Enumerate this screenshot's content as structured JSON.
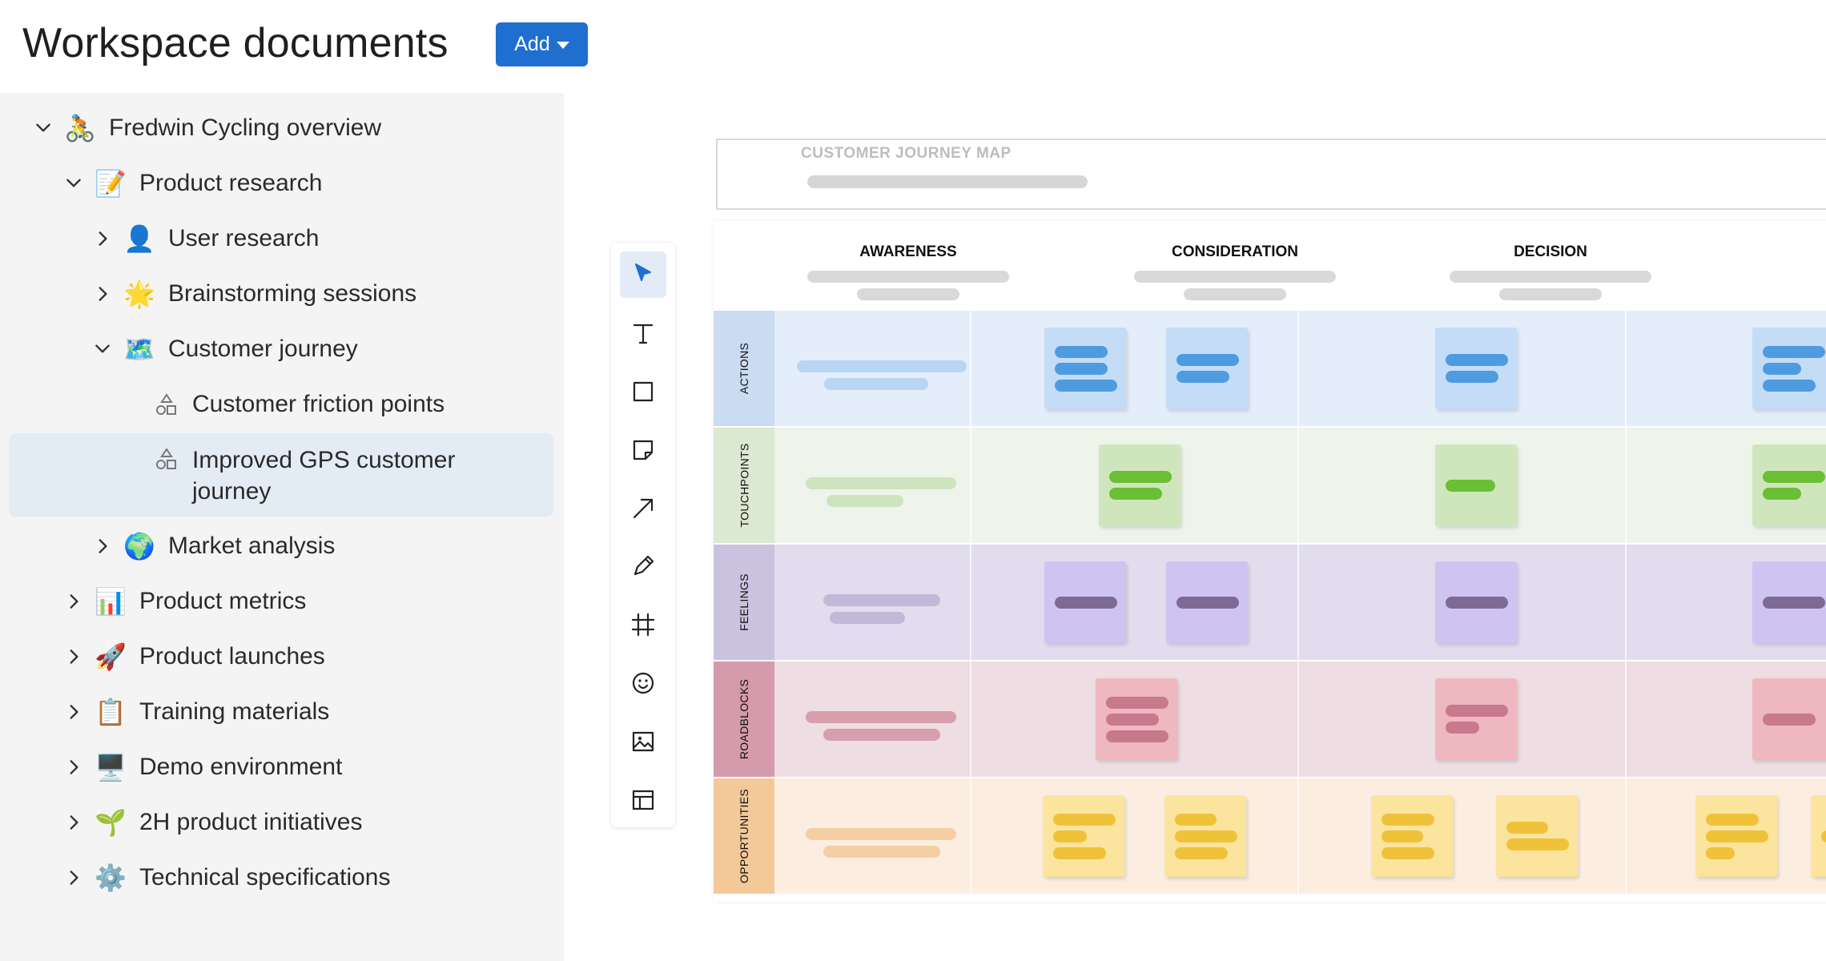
{
  "header": {
    "title": "Workspace documents",
    "add_label": "Add"
  },
  "tree": [
    {
      "label": "Fredwin Cycling overview",
      "icon": "cyclist-icon",
      "glyph": "🚴",
      "chevron": "down",
      "indent": 0
    },
    {
      "label": "Product research",
      "icon": "memo-icon",
      "glyph": "📝",
      "chevron": "down",
      "indent": 1
    },
    {
      "label": "User research",
      "icon": "person-icon",
      "glyph": "👤",
      "chevron": "right",
      "indent": 2
    },
    {
      "label": "Brainstorming sessions",
      "icon": "star-icon",
      "glyph": "🌟",
      "chevron": "right",
      "indent": 2
    },
    {
      "label": "Customer journey",
      "icon": "map-icon",
      "glyph": "🗺️",
      "chevron": "down",
      "indent": 2
    },
    {
      "label": "Customer friction points",
      "icon": "whiteboard-shapes-icon",
      "chevron": "none",
      "indent": 3
    },
    {
      "label": "Improved GPS customer journey",
      "icon": "whiteboard-shapes-icon",
      "chevron": "none",
      "indent": 3,
      "selected": true
    },
    {
      "label": "Market analysis",
      "icon": "globe-icon",
      "glyph": "🌍",
      "chevron": "right",
      "indent": 2
    },
    {
      "label": "Product metrics",
      "icon": "bar-chart-icon",
      "glyph": "📊",
      "chevron": "right",
      "indent": 1
    },
    {
      "label": "Product launches",
      "icon": "rocket-icon",
      "glyph": "🚀",
      "chevron": "right",
      "indent": 1
    },
    {
      "label": "Training materials",
      "icon": "clipboard-icon",
      "glyph": "📋",
      "chevron": "right",
      "indent": 1
    },
    {
      "label": "Demo environment",
      "icon": "desktop-icon",
      "glyph": "🖥️",
      "chevron": "right",
      "indent": 1
    },
    {
      "label": "2H product initiatives",
      "icon": "seedling-icon",
      "glyph": "🌱",
      "chevron": "right",
      "indent": 1
    },
    {
      "label": "Technical specifications",
      "icon": "gear-icon",
      "glyph": "⚙️",
      "chevron": "right",
      "indent": 1
    }
  ],
  "toolbar": [
    "select-tool",
    "text-tool",
    "rectangle-tool",
    "sticky-note-tool",
    "arrow-tool",
    "pen-tool",
    "frame-tool",
    "emoji-tool",
    "image-tool",
    "template-tool"
  ],
  "board": {
    "title": "CUSTOMER JOURNEY MAP",
    "stages": [
      "AWARENESS",
      "CONSIDERATION",
      "DECISION"
    ],
    "lanes": [
      {
        "label": "ACTIONS",
        "tab_color": "#c9dcf2",
        "bg": "#e4eefa",
        "note_color": "#c5dcf7",
        "bar_color": "#4f9be0",
        "label_bar_color": "#b8d5f3"
      },
      {
        "label": "TOUCHPOINTS",
        "tab_color": "#dbe8d2",
        "bg": "#eef4ea",
        "note_color": "#cfe6bd",
        "bar_color": "#6abf35",
        "label_bar_color": "#cde4bf"
      },
      {
        "label": "FEELINGS",
        "tab_color": "#cbc2e0",
        "bg": "#e2ddee",
        "note_color": "#cfc4f1",
        "bar_color": "#7d6a95",
        "label_bar_color": "#c2b9d6"
      },
      {
        "label": "ROADBLOCKS",
        "tab_color": "#d59aab",
        "bg": "#eedde2",
        "note_color": "#efb7c0",
        "bar_color": "#c77a8c",
        "label_bar_color": "#d79fad"
      },
      {
        "label": "OPPORTUNITIES",
        "tab_color": "#f3c99a",
        "bg": "#fbeee0",
        "note_color": "#fbe49e",
        "bar_color": "#f0c23a",
        "label_bar_color": "#f4cfa3"
      }
    ]
  },
  "colors": {
    "accent": "#1f6fd1",
    "sidebar_bg": "#f4f4f4",
    "selected_bg": "#e3ebf5"
  }
}
